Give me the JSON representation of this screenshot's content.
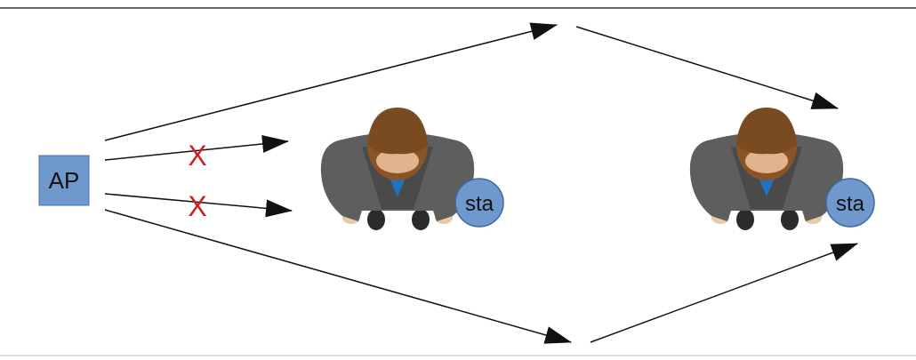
{
  "diagram": {
    "access_point": {
      "label": "AP",
      "fill": "#6f98cc",
      "stroke": "#4a74a8"
    },
    "stations": [
      {
        "id": "sta-1",
        "label": "sta"
      },
      {
        "id": "sta-2",
        "label": "sta"
      }
    ],
    "blocked_marker": {
      "glyph": "X",
      "color": "#cc1f1f"
    },
    "colors": {
      "arrow": "#111111",
      "rule_top": "#333333",
      "rule_bottom": "#bbbbbb",
      "sta_fill": "#6f98cc",
      "sta_stroke": "#3d6aa3",
      "suit": "#5e5e5e",
      "suit_dark": "#4a4a4a",
      "hair": "#8a5526",
      "shirt": "#1d74c4",
      "skin": "#e8c9a8",
      "shoe": "#2b2b2b"
    }
  }
}
